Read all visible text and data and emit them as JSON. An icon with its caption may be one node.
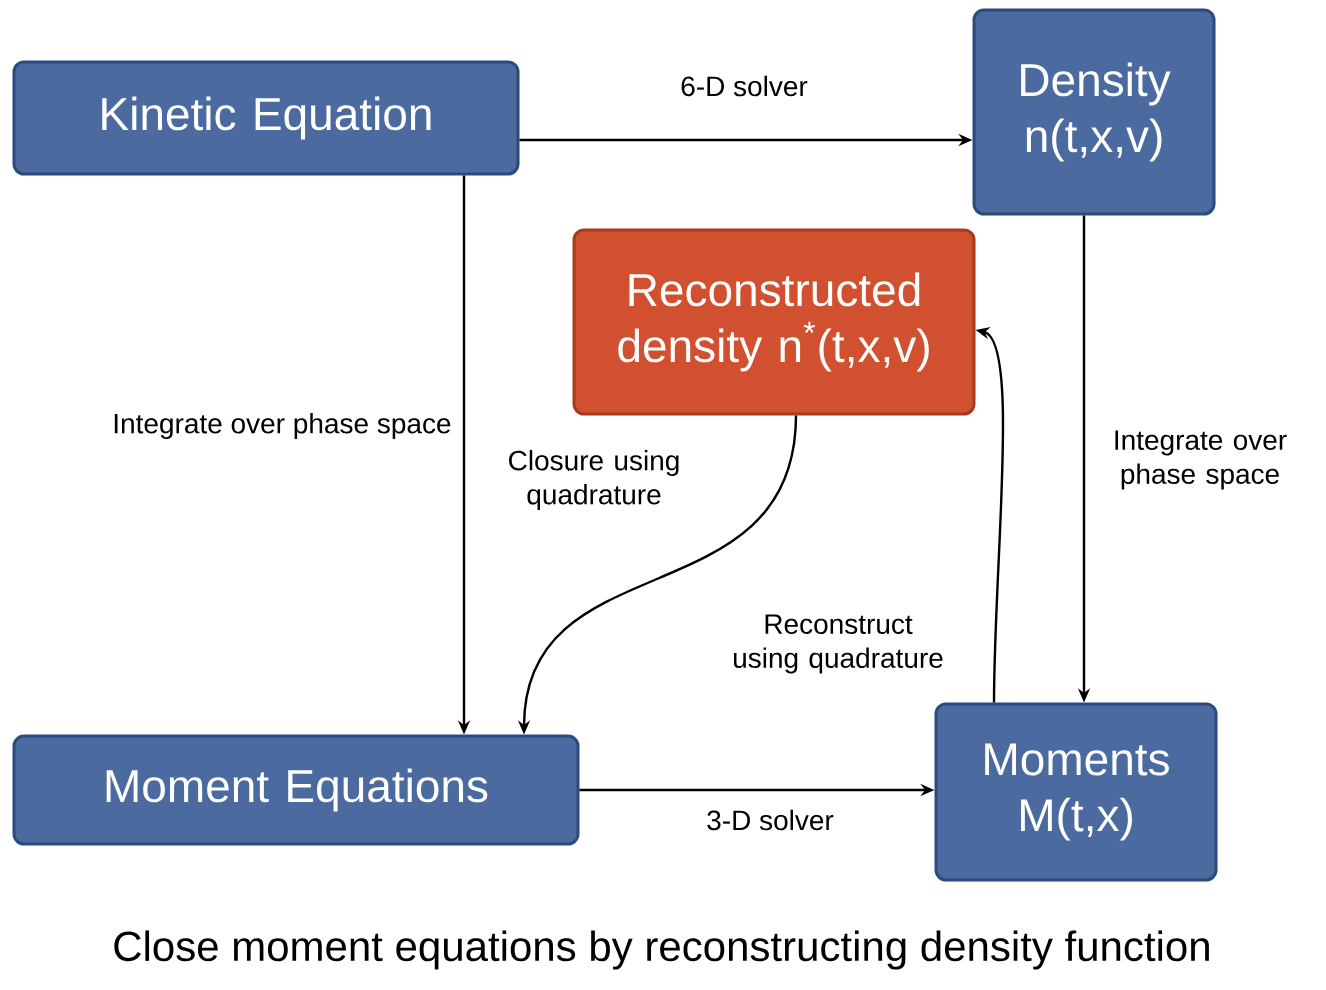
{
  "diagram": {
    "caption": "Close moment equations by reconstructing density function",
    "nodes": [
      {
        "text": [
          "Kinetic Equation"
        ]
      },
      {
        "text": [
          "Density n(t,x,v)"
        ]
      },
      {
        "text": [
          "Reconstructed density n$^{*}$(t,x,v)"
        ]
      },
      {
        "text": [
          "Moment Equations"
        ]
      },
      {
        "text": [
          "Moments M(t,x)"
        ]
      }
    ],
    "edges": [
      {
        "from": 0,
        "to": 1,
        "arrow": "to",
        "label": "6-D solver"
      },
      {
        "from": 0,
        "to": 3,
        "arrow": "to",
        "label": "Integrate over phase space"
      },
      {
        "from": 1,
        "to": 4,
        "arrow": "to",
        "label": "Integrate over phase space"
      },
      {
        "from": 2,
        "to": 3,
        "arrow": "to",
        "label": "Closure using quadrature"
      },
      {
        "from": 4,
        "to": 2,
        "arrow": "to",
        "label": "Reconstruct using quadrature"
      },
      {
        "from": 3,
        "to": 4,
        "arrow": "to",
        "label": "3-D solver"
      }
    ]
  }
}
